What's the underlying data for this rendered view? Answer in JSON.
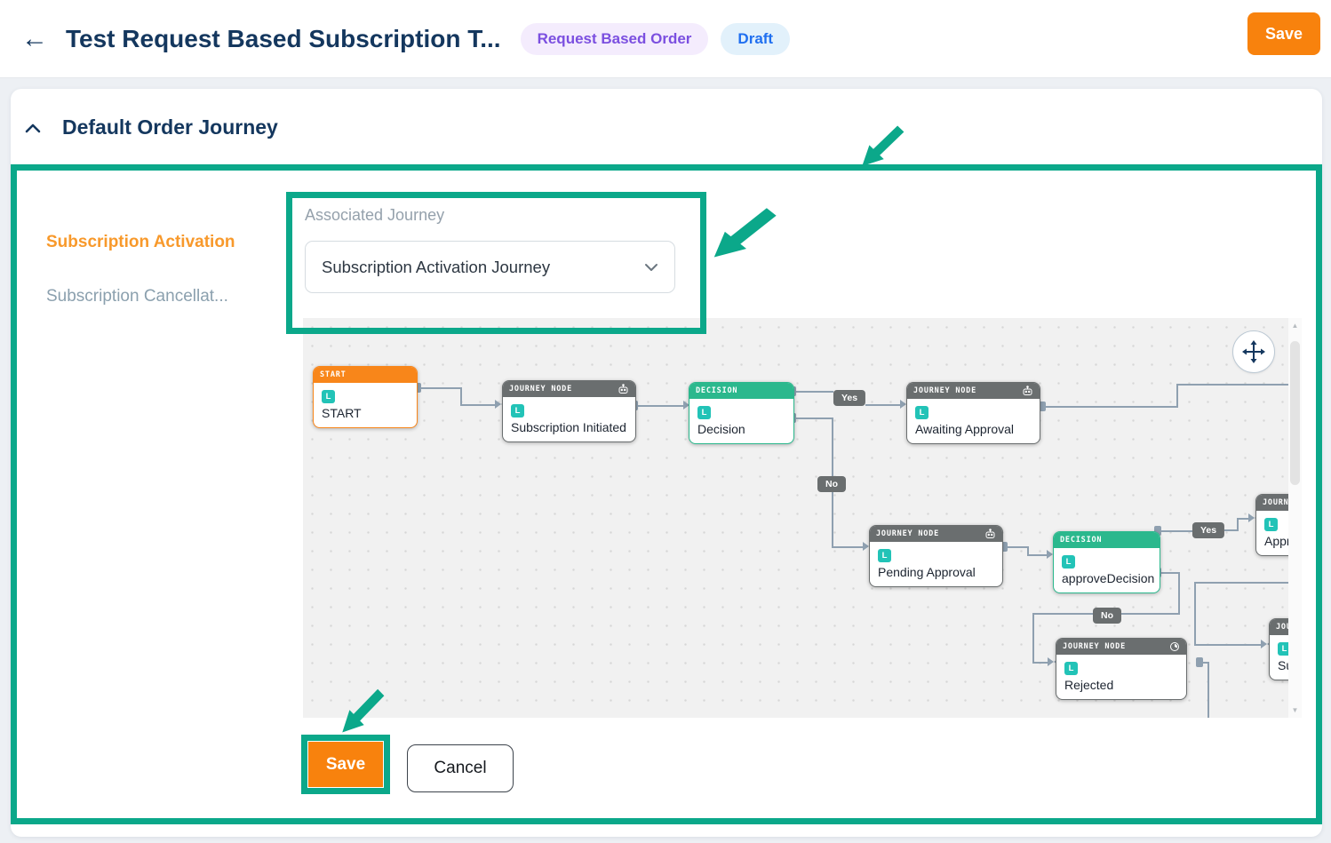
{
  "header": {
    "back_icon": "←",
    "title": "Test Request Based Subscription T...",
    "badges": [
      {
        "label": "Request Based Order",
        "color": "#7b4fe0",
        "bg": "#f4ecfd"
      },
      {
        "label": "Draft",
        "color": "#1f6ff0",
        "bg": "#e2f1fb"
      }
    ],
    "save_label": "Save"
  },
  "section": {
    "title": "Default Order Journey"
  },
  "sidebar": {
    "items": [
      {
        "label": "Subscription Activation",
        "active": true
      },
      {
        "label": "Subscription Cancellat...",
        "active": false
      }
    ]
  },
  "form": {
    "associated_journey_label": "Associated Journey",
    "dropdown_value": "Subscription Activation Journey"
  },
  "flow": {
    "badge_letter": "L",
    "nodes": {
      "start": {
        "type_label": "START",
        "label": "START"
      },
      "subscription_initiated": {
        "type_label": "JOURNEY NODE",
        "label": "Subscription Initiated",
        "icon": "bot"
      },
      "decision": {
        "type_label": "DECISION",
        "label": "Decision"
      },
      "awaiting_approval": {
        "type_label": "JOURNEY NODE",
        "label": "Awaiting Approval",
        "icon": "bot"
      },
      "pending_approval": {
        "type_label": "JOURNEY NODE",
        "label": "Pending Approval",
        "icon": "bot"
      },
      "approve_decision": {
        "type_label": "DECISION",
        "label": "approveDecision"
      },
      "rejected": {
        "type_label": "JOURNEY NODE",
        "label": "Rejected",
        "icon": "clock"
      },
      "approved_partial": {
        "type_label": "JOURN",
        "label": "Appr"
      },
      "subscription_partial": {
        "type_label": "JOU",
        "label": "Su"
      }
    },
    "edge_labels": {
      "yes1": "Yes",
      "no1": "No",
      "yes2": "Yes",
      "no2": "No"
    }
  },
  "actions": {
    "save_label": "Save",
    "cancel_label": "Cancel"
  },
  "scrollbar": {
    "up_icon": "▲",
    "down_icon": "▼"
  },
  "colors": {
    "annotation_green": "#0ba88a",
    "primary_orange": "#f8820d",
    "start_header_orange": "#f8861a",
    "decision_green": "#2bb88d",
    "journey_header_gray": "#6a6e6f",
    "l_badge_teal": "#22c3b7",
    "title_navy": "#14375e",
    "sidebar_active_orange": "#f8992b",
    "edge_gray": "#8fa0b0"
  }
}
